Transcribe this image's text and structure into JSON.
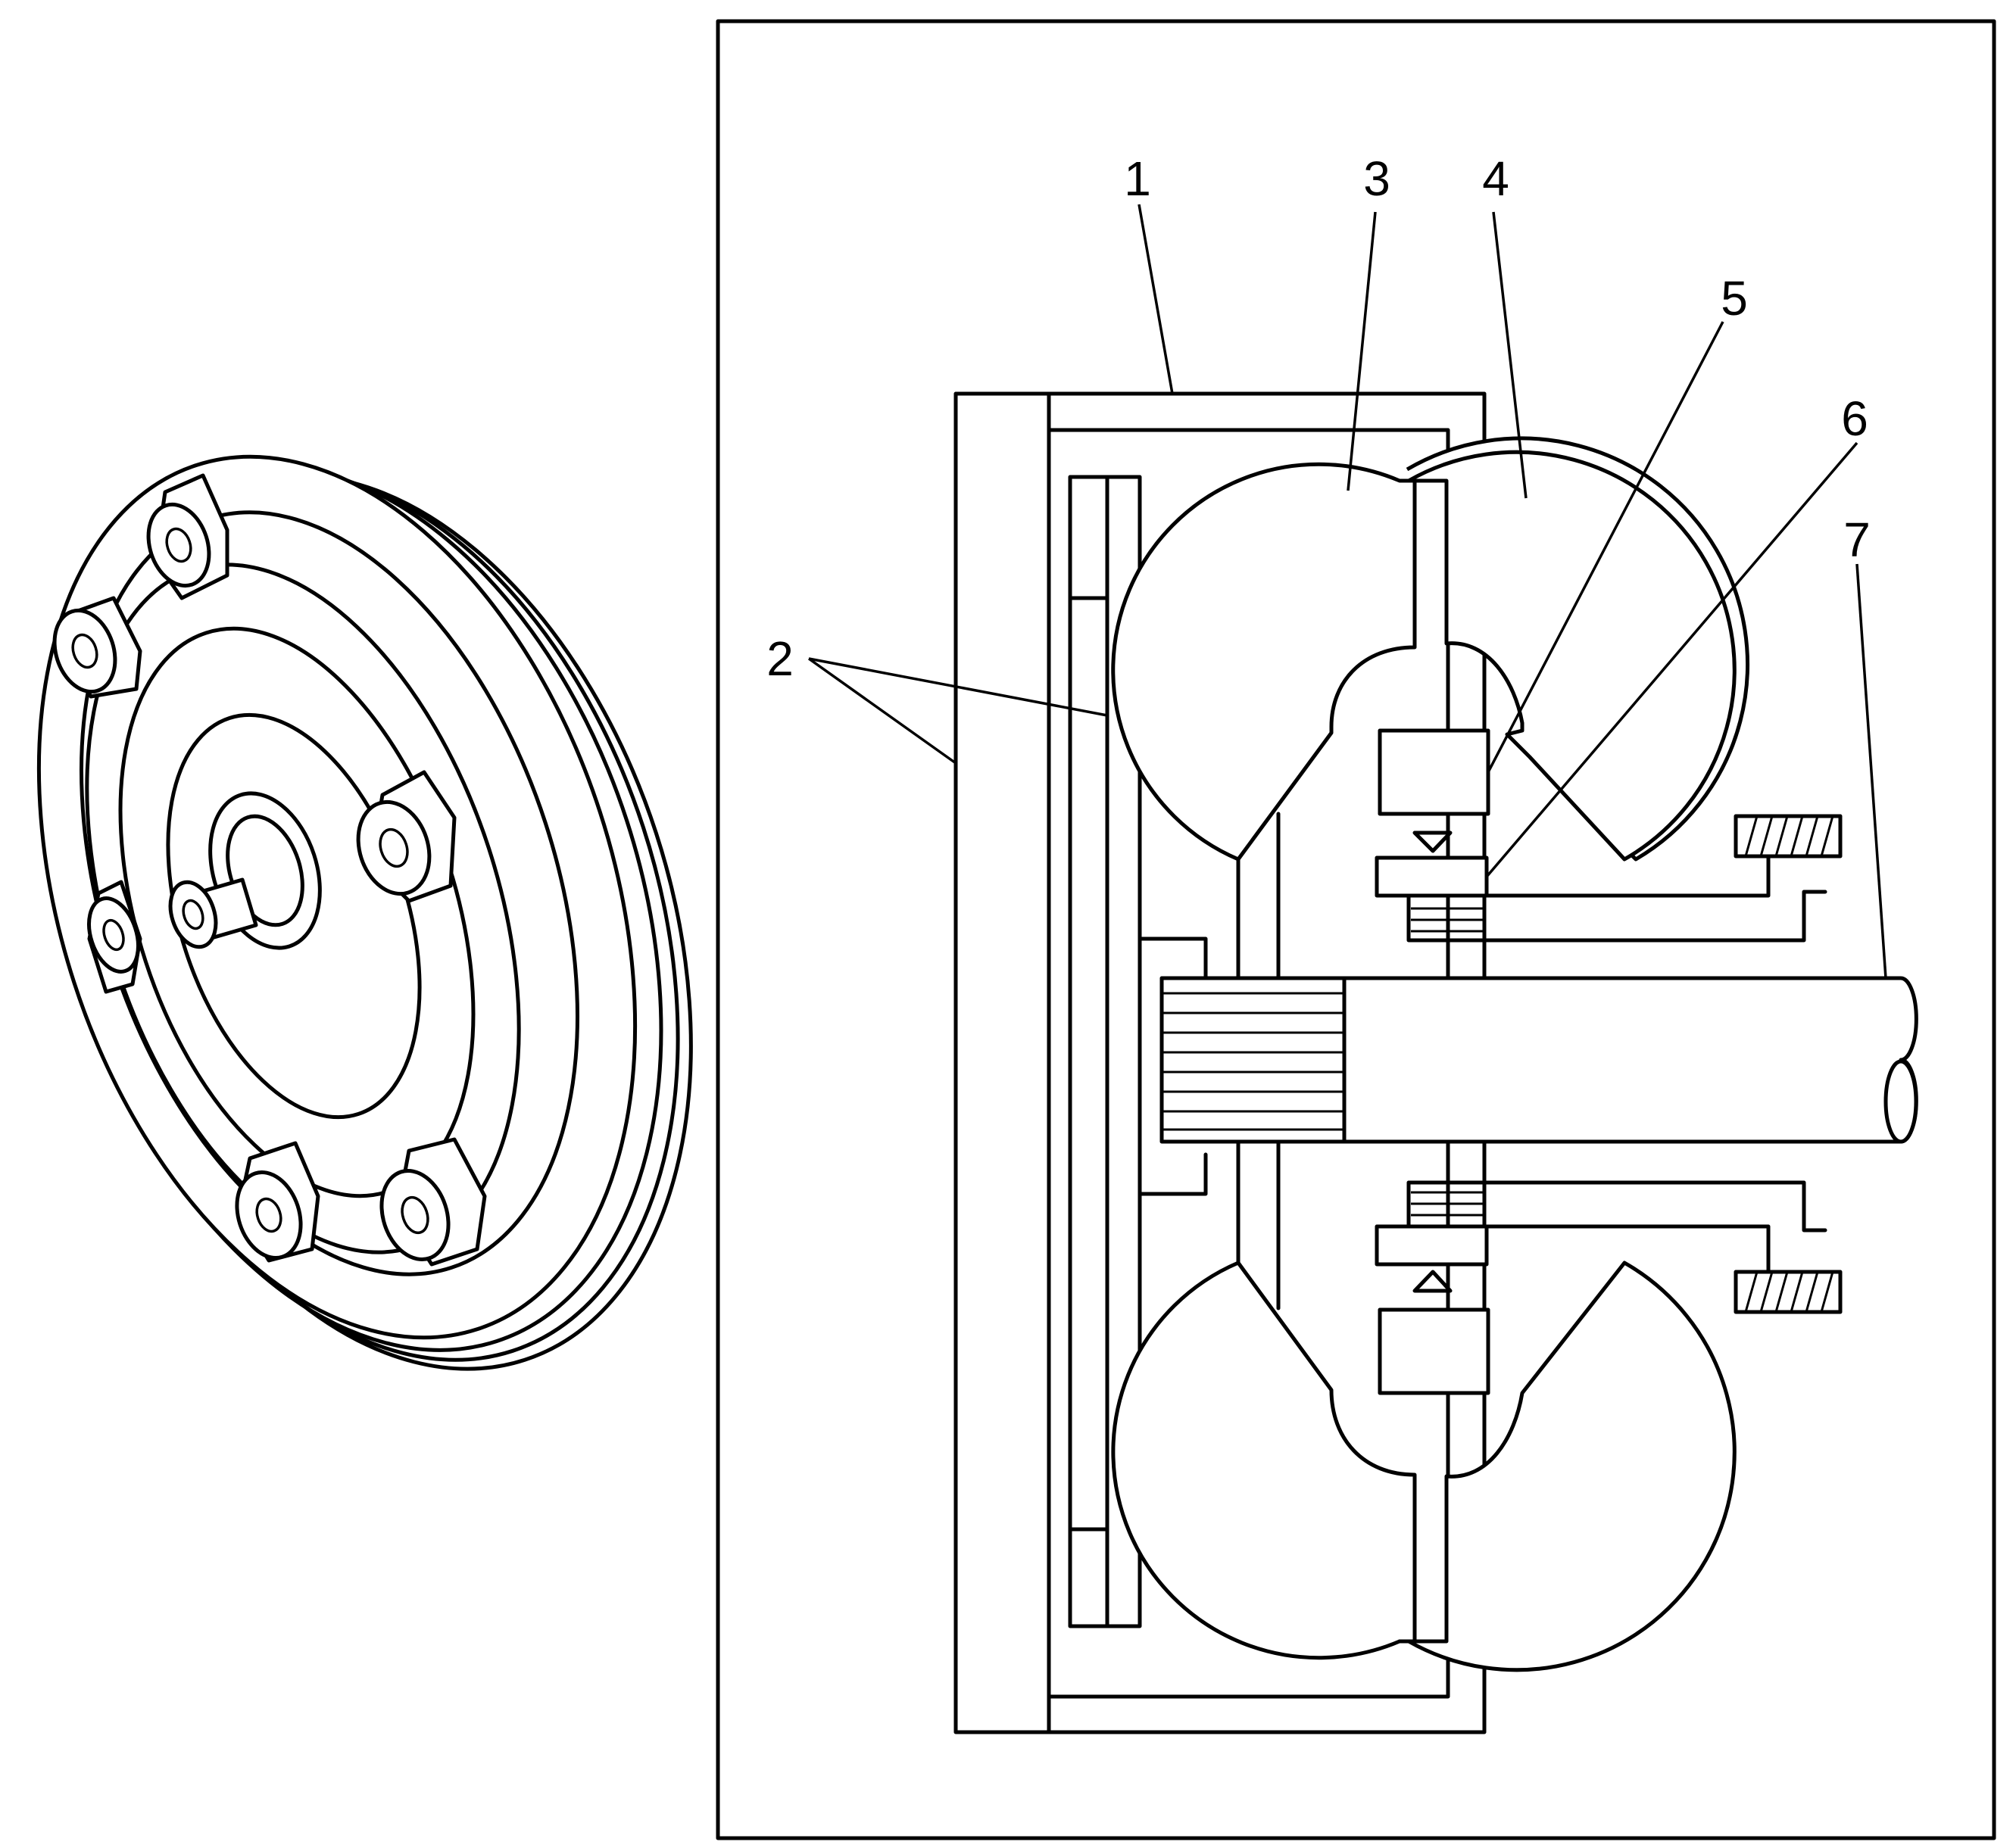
{
  "figure": {
    "callouts": [
      {
        "id": "1",
        "label": "1"
      },
      {
        "id": "2",
        "label": "2"
      },
      {
        "id": "3",
        "label": "3"
      },
      {
        "id": "4",
        "label": "4"
      },
      {
        "id": "5",
        "label": "5"
      },
      {
        "id": "6",
        "label": "6"
      },
      {
        "id": "7",
        "label": "7"
      }
    ],
    "colors": {
      "line": "#000000",
      "background": "#ffffff"
    }
  }
}
